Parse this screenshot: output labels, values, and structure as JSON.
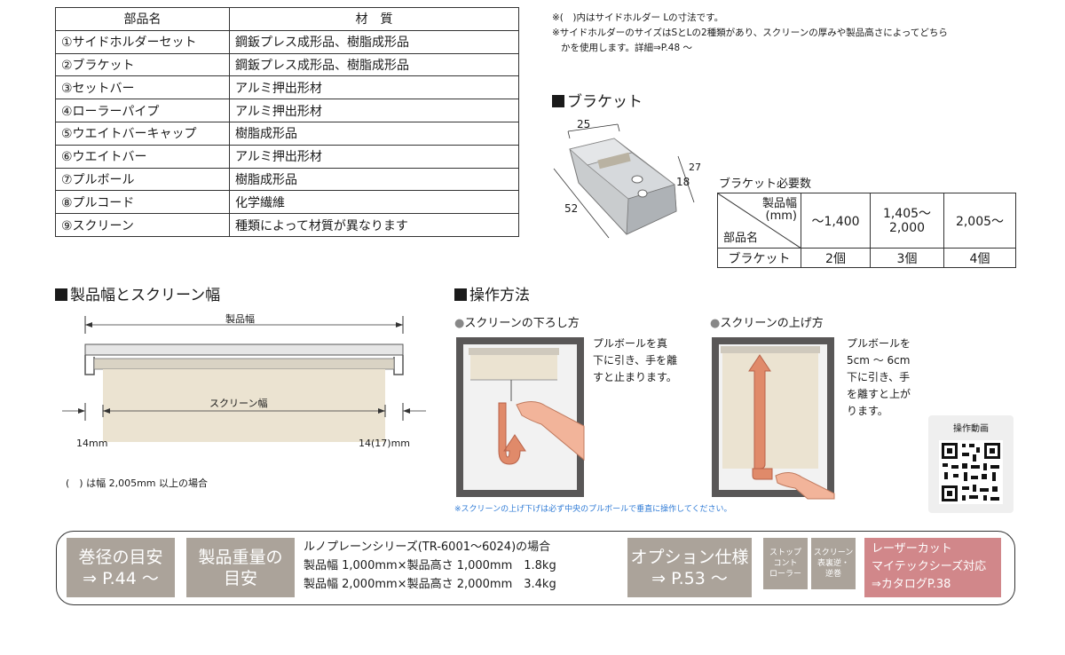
{
  "parts_table": {
    "headers": [
      "部品名",
      "材　質"
    ],
    "rows": [
      [
        "①サイドホルダーセット",
        "鋼鈑プレス成形品、樹脂成形品"
      ],
      [
        "②ブラケット",
        "鋼鈑プレス成形品、樹脂成形品"
      ],
      [
        "③セットバー",
        "アルミ押出形材"
      ],
      [
        "④ローラーパイプ",
        "アルミ押出形材"
      ],
      [
        "⑤ウエイトバーキャップ",
        "樹脂成形品"
      ],
      [
        "⑥ウエイトバー",
        "アルミ押出形材"
      ],
      [
        "⑦プルボール",
        "樹脂成形品"
      ],
      [
        "⑧プルコード",
        "化学繊維"
      ],
      [
        "⑨スクリーン",
        "種類によって材質が異なります"
      ]
    ]
  },
  "notes": {
    "line1": "※(　)内はサイドホルダー Lの寸法です。",
    "line2": "※サイドホルダーのサイズはSとLの2種類があり、スクリーンの厚みや製品高さによってどちら",
    "line3": "かを使用します。詳細⇒P.48 〜"
  },
  "bracket": {
    "title": "ブラケット",
    "dims": {
      "d25": "25",
      "d27": "27",
      "d18": "18",
      "d52": "52"
    },
    "req_title": "ブラケット必要数",
    "req_table": {
      "header_top": "製品幅",
      "header_unit": "(mm)",
      "header_bottom": "部品名",
      "col1": "〜1,400",
      "col2a": "1,405〜",
      "col2b": "2,000",
      "col3": "2,005〜",
      "row_label": "ブラケット",
      "values": [
        "2個",
        "3個",
        "4個"
      ]
    }
  },
  "width_section": {
    "title": "製品幅とスクリーン幅",
    "product_width": "製品幅",
    "screen_width": "スクリーン幅",
    "left_mm": "14mm",
    "right_mm": "14(17)mm",
    "footnote": "(　) は幅 2,005mm 以上の場合"
  },
  "operation": {
    "title": "操作方法",
    "lower_title": "スクリーンの下ろし方",
    "lower_text": [
      "プルボールを真",
      "下に引き、手を離",
      "すと止まります。"
    ],
    "raise_title": "スクリーンの上げ方",
    "raise_text": [
      "プルボールを",
      "5cm 〜 6cm",
      "下に引き、手",
      "を離すと上が",
      "ります。"
    ],
    "note": "※スクリーンの上げ下げは必ず中央のプルボールで垂直に操作してください。",
    "video_label": "操作動画"
  },
  "bottom_bar": {
    "box1_a": "巻径の目安",
    "box1_b": "⇒ P.44 〜",
    "box2_a": "製品重量の",
    "box2_b": "目安",
    "weight_title": "ルノプレーンシリーズ(TR-6001〜6024)の場合",
    "weight_line1": "製品幅 1,000mm×製品高さ 1,000mm　1.8kg",
    "weight_line2": "製品幅 2,000mm×製品高さ 2,000mm　3.4kg",
    "box3_a": "オプション仕様",
    "box3_b": "⇒ P.53 〜",
    "box4": [
      "ストップ",
      "コント",
      "ローラー"
    ],
    "box5": [
      "スクリーン",
      "表裏逆・",
      "逆巻"
    ],
    "box6": [
      "レーザーカット",
      "マイテックシーズ対応",
      "⇒カタログP.38"
    ]
  },
  "colors": {
    "gray_box": "#aba39a",
    "pink_box": "#d1878a",
    "screen_fill": "#ebe3d1",
    "arrow": "#e08a6a",
    "note_blue": "#2f7bd6"
  }
}
